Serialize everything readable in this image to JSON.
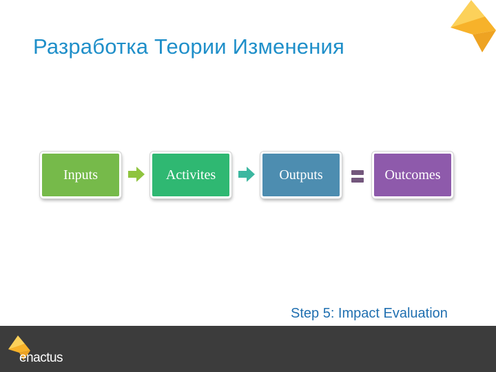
{
  "slide": {
    "title": "Разработка Теории Изменения",
    "step_label": "Step 5: Impact Evaluation"
  },
  "flow": {
    "steps": [
      {
        "label": "Inputs",
        "color": "#76ba4a"
      },
      {
        "label": "Activites",
        "color": "#2fb872"
      },
      {
        "label": "Outputs",
        "color": "#4d8db0"
      },
      {
        "label": "Outcomes",
        "color": "#8e5aab"
      }
    ],
    "connectors": [
      "arrow",
      "arrow",
      "equals"
    ]
  },
  "footer": {
    "brand": "enactus",
    "background": "#3c3c3c"
  },
  "colors": {
    "title": "#1f8fc9",
    "accent_yellow": "#f7b22a"
  },
  "icons": {
    "corner": "enactus-logo-icon",
    "footer": "enactus-logo-icon"
  }
}
